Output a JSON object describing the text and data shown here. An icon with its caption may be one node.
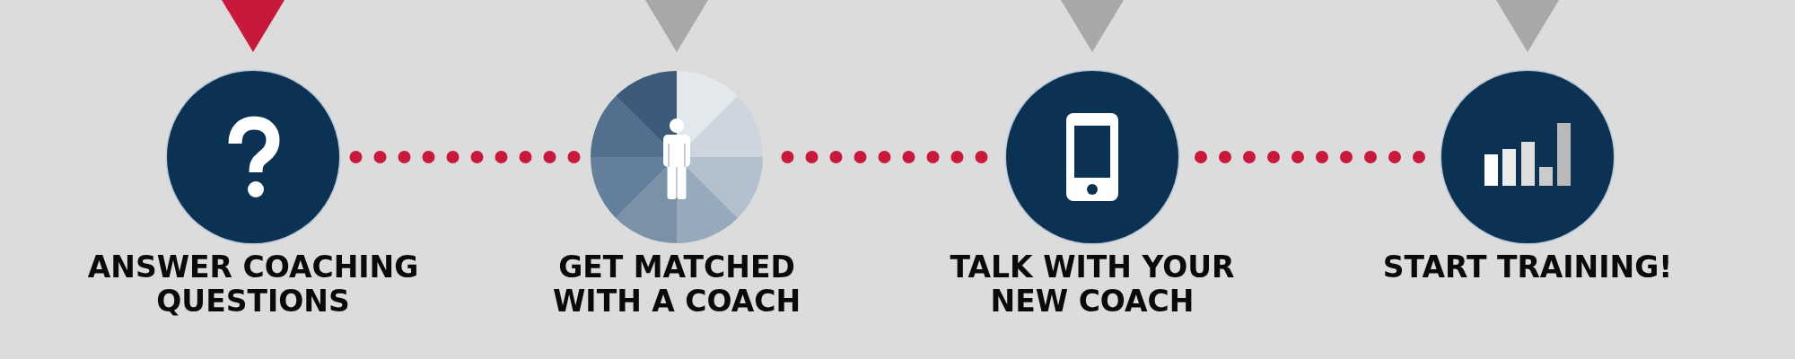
{
  "diagram": {
    "nodes": [
      {
        "text": [
          "ANSWER COACHING QUESTIONS"
        ]
      },
      {
        "text": [
          "GET MATCHED WITH A COACH"
        ]
      },
      {
        "text": [
          "TALK WITH YOUR NEW COACH"
        ]
      },
      {
        "text": [
          "START TRAINING!"
        ]
      }
    ],
    "edges": [
      {
        "from": 0,
        "to": 1,
        "arrow": "none"
      },
      {
        "from": 1,
        "to": 2,
        "arrow": "none"
      },
      {
        "from": 2,
        "to": 3,
        "arrow": "none"
      }
    ]
  }
}
